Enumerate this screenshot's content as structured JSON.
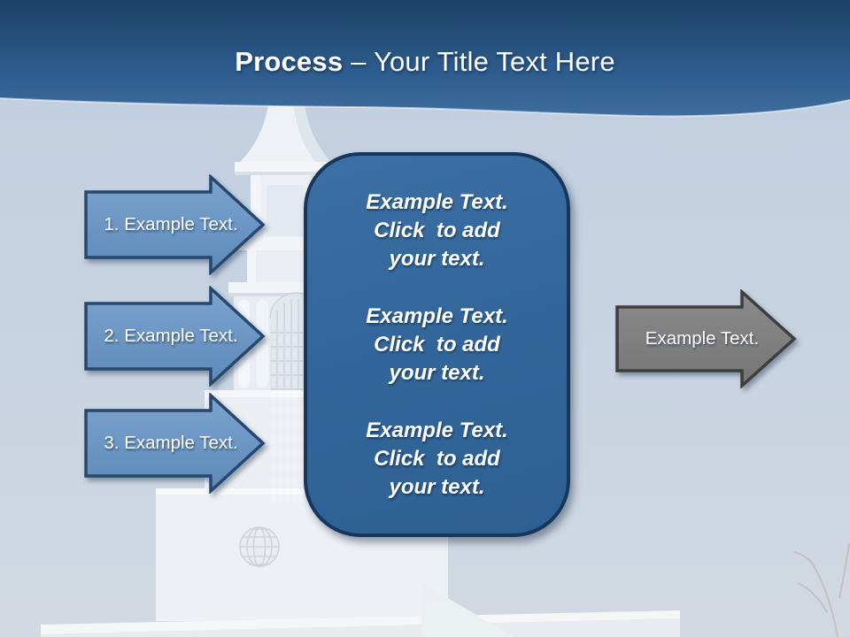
{
  "slide": {
    "title": {
      "bold": "Process",
      "rest": "– Your Title Text Here"
    }
  },
  "steps": [
    {
      "label": "1. Example Text."
    },
    {
      "label": "2. Example Text."
    },
    {
      "label": "3. Example Text."
    }
  ],
  "center_box": {
    "blocks": [
      {
        "lines": [
          "Example Text.",
          "Click  to add",
          "your text."
        ]
      },
      {
        "lines": [
          "Example Text.",
          "Click  to add",
          "your text."
        ]
      },
      {
        "lines": [
          "Example Text.",
          "Click  to add",
          "your text."
        ]
      }
    ]
  },
  "result_arrow": {
    "label": "Example Text."
  },
  "colors": {
    "header_gradient_top": "#1c4166",
    "header_gradient_bottom": "#3e6c9d",
    "step_arrow_fill": "#6b97c6",
    "step_arrow_border": "#26486e",
    "center_box_fill": "#33679b",
    "center_box_border": "#16365c",
    "result_arrow_fill": "#7f7f7f",
    "result_arrow_border": "#3e3e3e",
    "background_sky": "#c7d3e2",
    "text_color": "#ffffff"
  }
}
